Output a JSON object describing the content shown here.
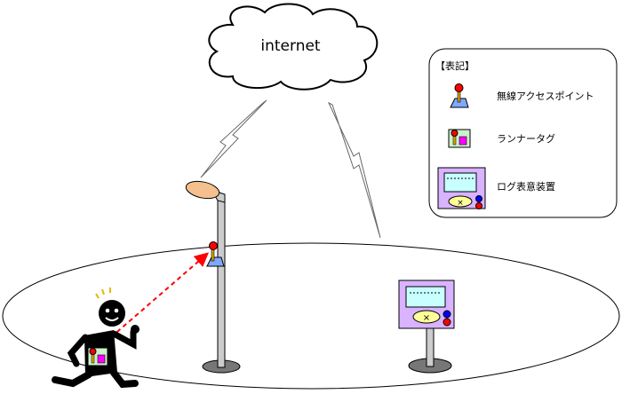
{
  "cloud": {
    "label": "internet"
  },
  "legend": {
    "title": "【表記】",
    "items": [
      {
        "icon": "access-point-icon",
        "label": "無線アクセスポイント"
      },
      {
        "icon": "runner-tag-icon",
        "label": "ランナータグ"
      },
      {
        "icon": "log-display-icon",
        "label": "ログ表意装置"
      }
    ]
  },
  "display_device": {
    "mark": "×"
  },
  "colors": {
    "lamp": "#f5c08e",
    "tag_bg": "#ccf2cc",
    "display_body": "#d9b3ff",
    "screen": "#c8ffff",
    "button_blue": "#0000ff",
    "button_red": "#ff0000",
    "oval": "#ffff99",
    "signal_line": "#ff0000"
  }
}
